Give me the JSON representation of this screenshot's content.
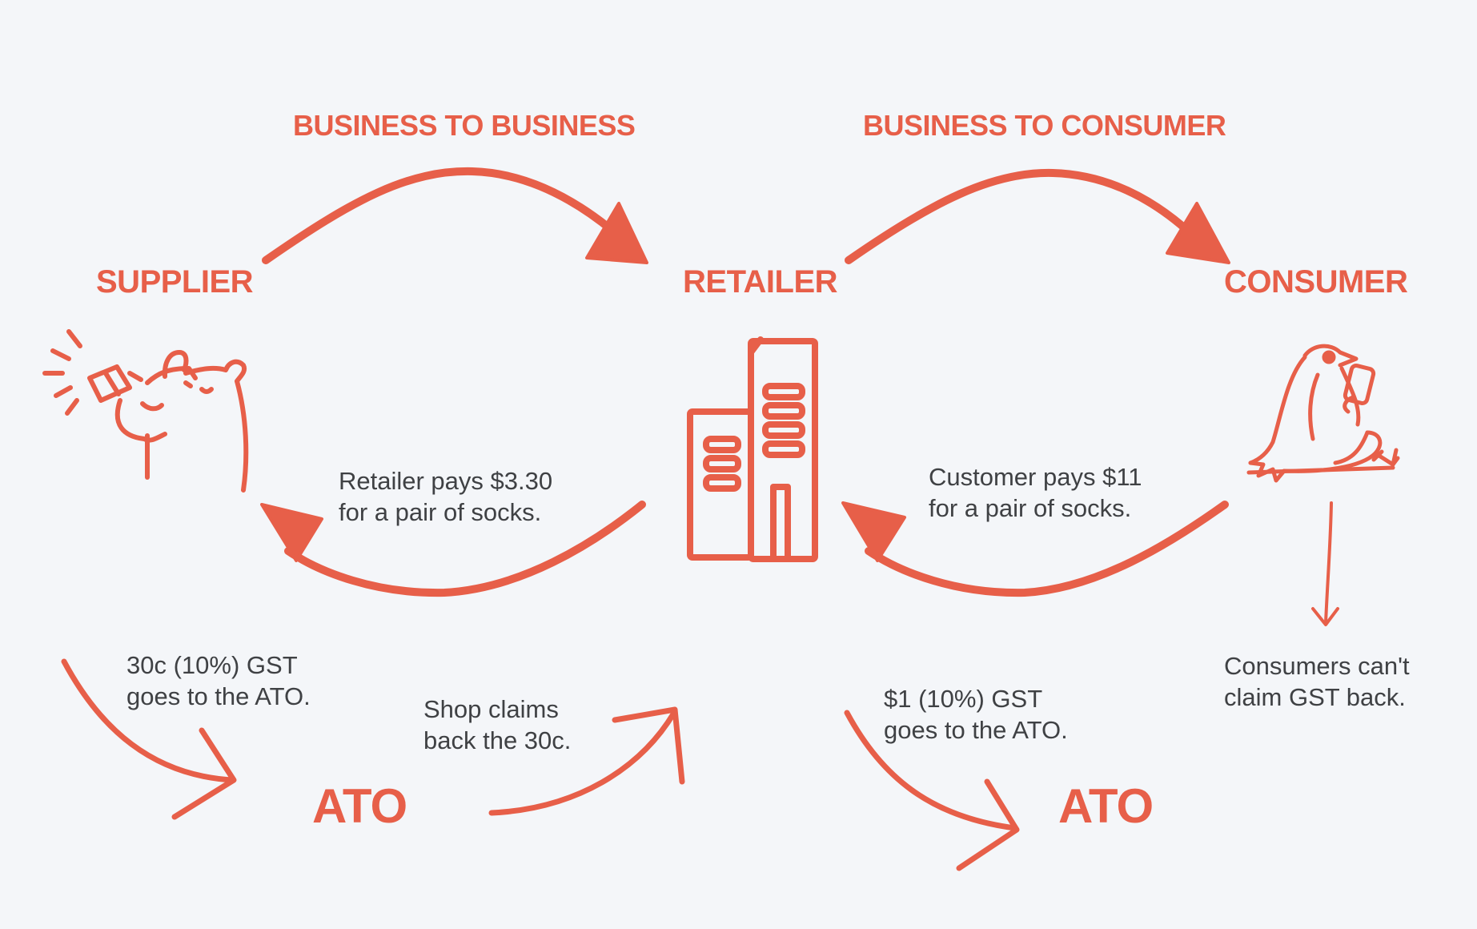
{
  "headings": {
    "b2b": "BUSINESS TO BUSINESS",
    "b2c": "BUSINESS TO CONSUMER"
  },
  "parties": {
    "supplier": "SUPPLIER",
    "retailer": "RETAILER",
    "consumer": "CONSUMER"
  },
  "notes": {
    "retailer_pays": [
      "Retailer pays $3.30",
      "for a pair of socks."
    ],
    "customer_pays": [
      "Customer pays $11",
      "for a pair of socks."
    ],
    "supplier_gst": [
      "30c (10%) GST",
      "goes to the ATO."
    ],
    "shop_claims": [
      "Shop claims",
      "back the 30c."
    ],
    "retailer_gst": [
      "$1 (10%) GST",
      "goes to the ATO."
    ],
    "consumer_claim": [
      "Consumers can't",
      "claim GST back."
    ]
  },
  "ato": {
    "left": "ATO",
    "right": "ATO"
  },
  "icons": {
    "supplier": "bear-with-telescope-icon",
    "retailer": "office-buildings-icon",
    "consumer": "bird-with-phone-icon"
  },
  "colors": {
    "accent": "#e75f49",
    "text": "#3f4144",
    "background": "#f4f6f9"
  }
}
